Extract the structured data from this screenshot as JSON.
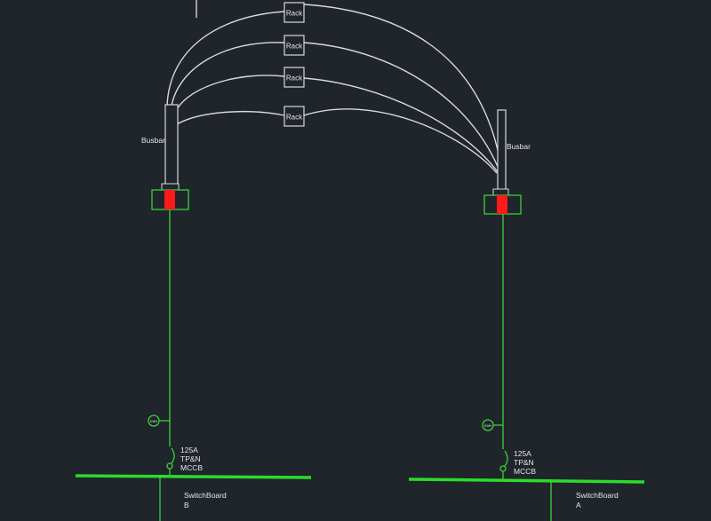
{
  "labels": {
    "rack": "Rack",
    "busbar_left": "Busbar",
    "busbar_right": "Busbar",
    "meter_left": "KWH",
    "meter_right": "KWH",
    "breaker_left": [
      "125A",
      "TP&N",
      "MCCB"
    ],
    "breaker_right": [
      "125A",
      "TP&N",
      "MCCB"
    ],
    "switchboard_left": [
      "SwitchBoard",
      "B"
    ],
    "switchboard_right": [
      "SwitchBoard",
      "A"
    ]
  },
  "colors": {
    "background": "#1f252b",
    "cable": "#d9d9d9",
    "feeder": "#3ad13a",
    "bus": "#2bdc2b",
    "fuse": "#ff1a1a"
  }
}
